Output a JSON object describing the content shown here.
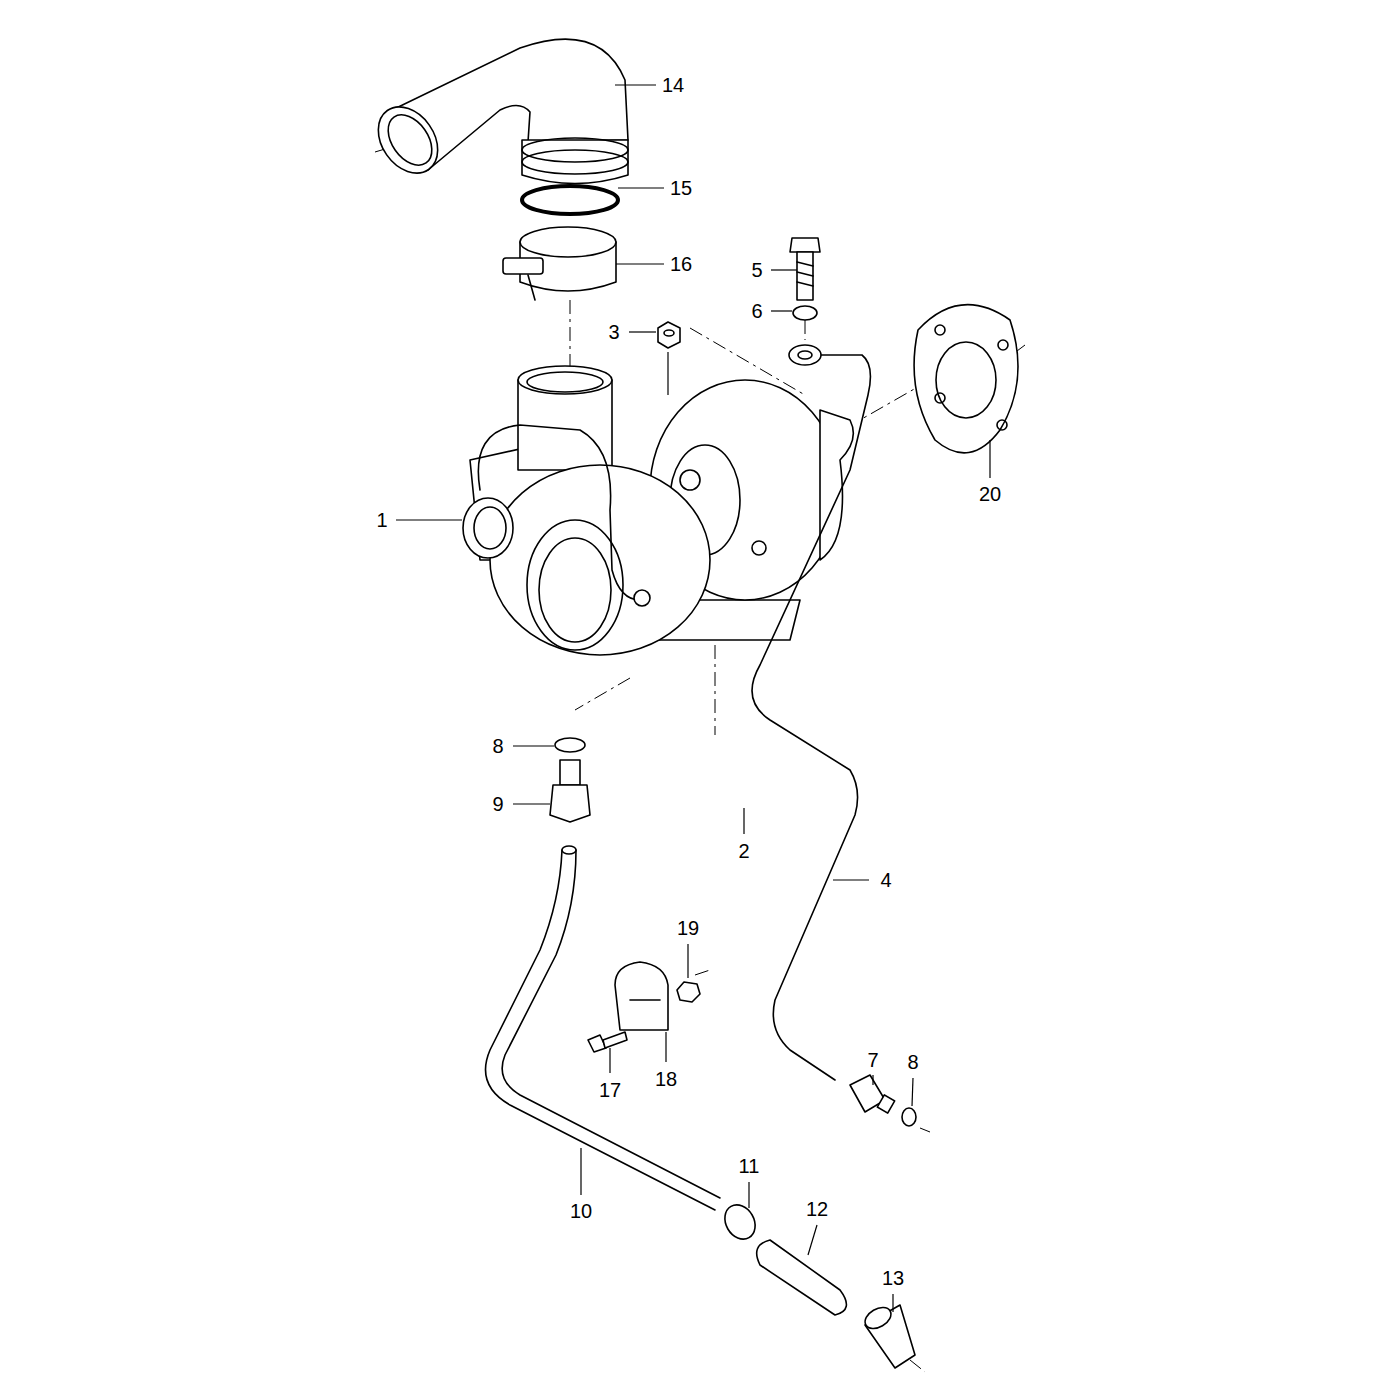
{
  "diagram": {
    "labels": [
      "14",
      "15",
      "16",
      "5",
      "6",
      "3",
      "20",
      "1",
      "8",
      "9",
      "2",
      "4",
      "19",
      "7",
      "8",
      "17",
      "18",
      "10",
      "11",
      "12",
      "13"
    ]
  }
}
